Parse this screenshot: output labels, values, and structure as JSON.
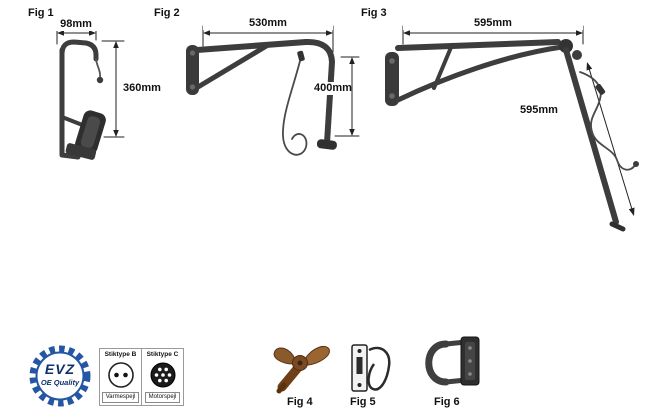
{
  "figures": {
    "fig1": {
      "label": "Fig 1",
      "width_dim": "98mm",
      "height_dim": "360mm"
    },
    "fig2": {
      "label": "Fig 2",
      "width_dim": "530mm",
      "height_dim": "400mm"
    },
    "fig3": {
      "label": "Fig 3",
      "width_dim": "595mm",
      "length_dim": "595mm"
    },
    "fig4": {
      "label": "Fig 4"
    },
    "fig5": {
      "label": "Fig 5"
    },
    "fig6": {
      "label": "Fig 6"
    }
  },
  "badge": {
    "brand": "EVZ",
    "quality_text": "OE Quality",
    "icon": "gear-icon"
  },
  "connectors": [
    {
      "type": "Stiktype B",
      "use": "Varmespejl",
      "icon": "two-pin-connector-icon"
    },
    {
      "type": "Stiktype C",
      "use": "Motorspejl",
      "icon": "multi-pin-connector-icon"
    }
  ],
  "colors": {
    "arm_gray": "#3d3d3d",
    "badge_blue": "#2456a4",
    "bronze": "#8a5a2b"
  }
}
